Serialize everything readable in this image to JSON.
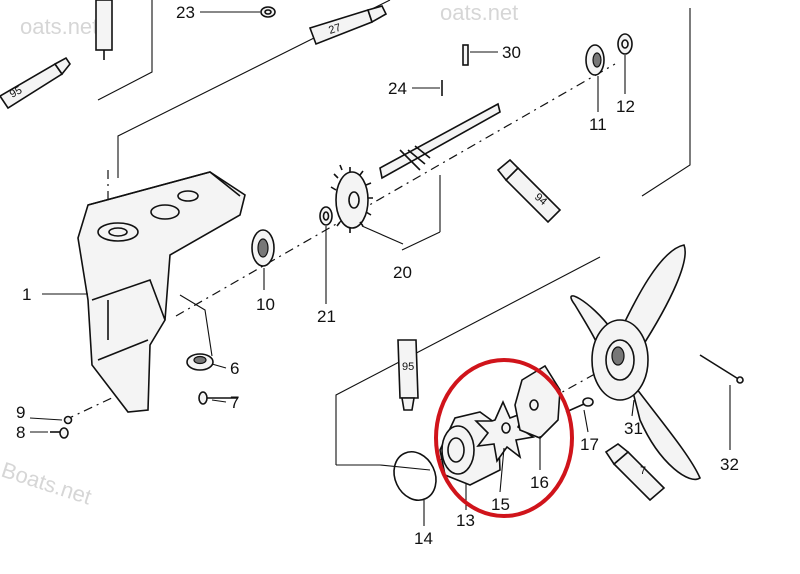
{
  "watermarks": [
    "oats.net",
    "oats.net",
    "Boats.net"
  ],
  "part_labels": {
    "p1": "1",
    "p6": "6",
    "p7": "7",
    "p8": "8",
    "p9": "9",
    "p10": "10",
    "p11": "11",
    "p12": "12",
    "p13": "13",
    "p14": "14",
    "p15": "15",
    "p16": "16",
    "p17": "17",
    "p20": "20",
    "p21": "21",
    "p23": "23",
    "p24": "24",
    "p30": "30",
    "p31": "31",
    "p32": "32"
  },
  "tube_labels": {
    "t95_left": "95",
    "t27": "27",
    "t94": "94",
    "t95_mid": "95",
    "t7": "7"
  },
  "highlight_color": "#d0141b"
}
